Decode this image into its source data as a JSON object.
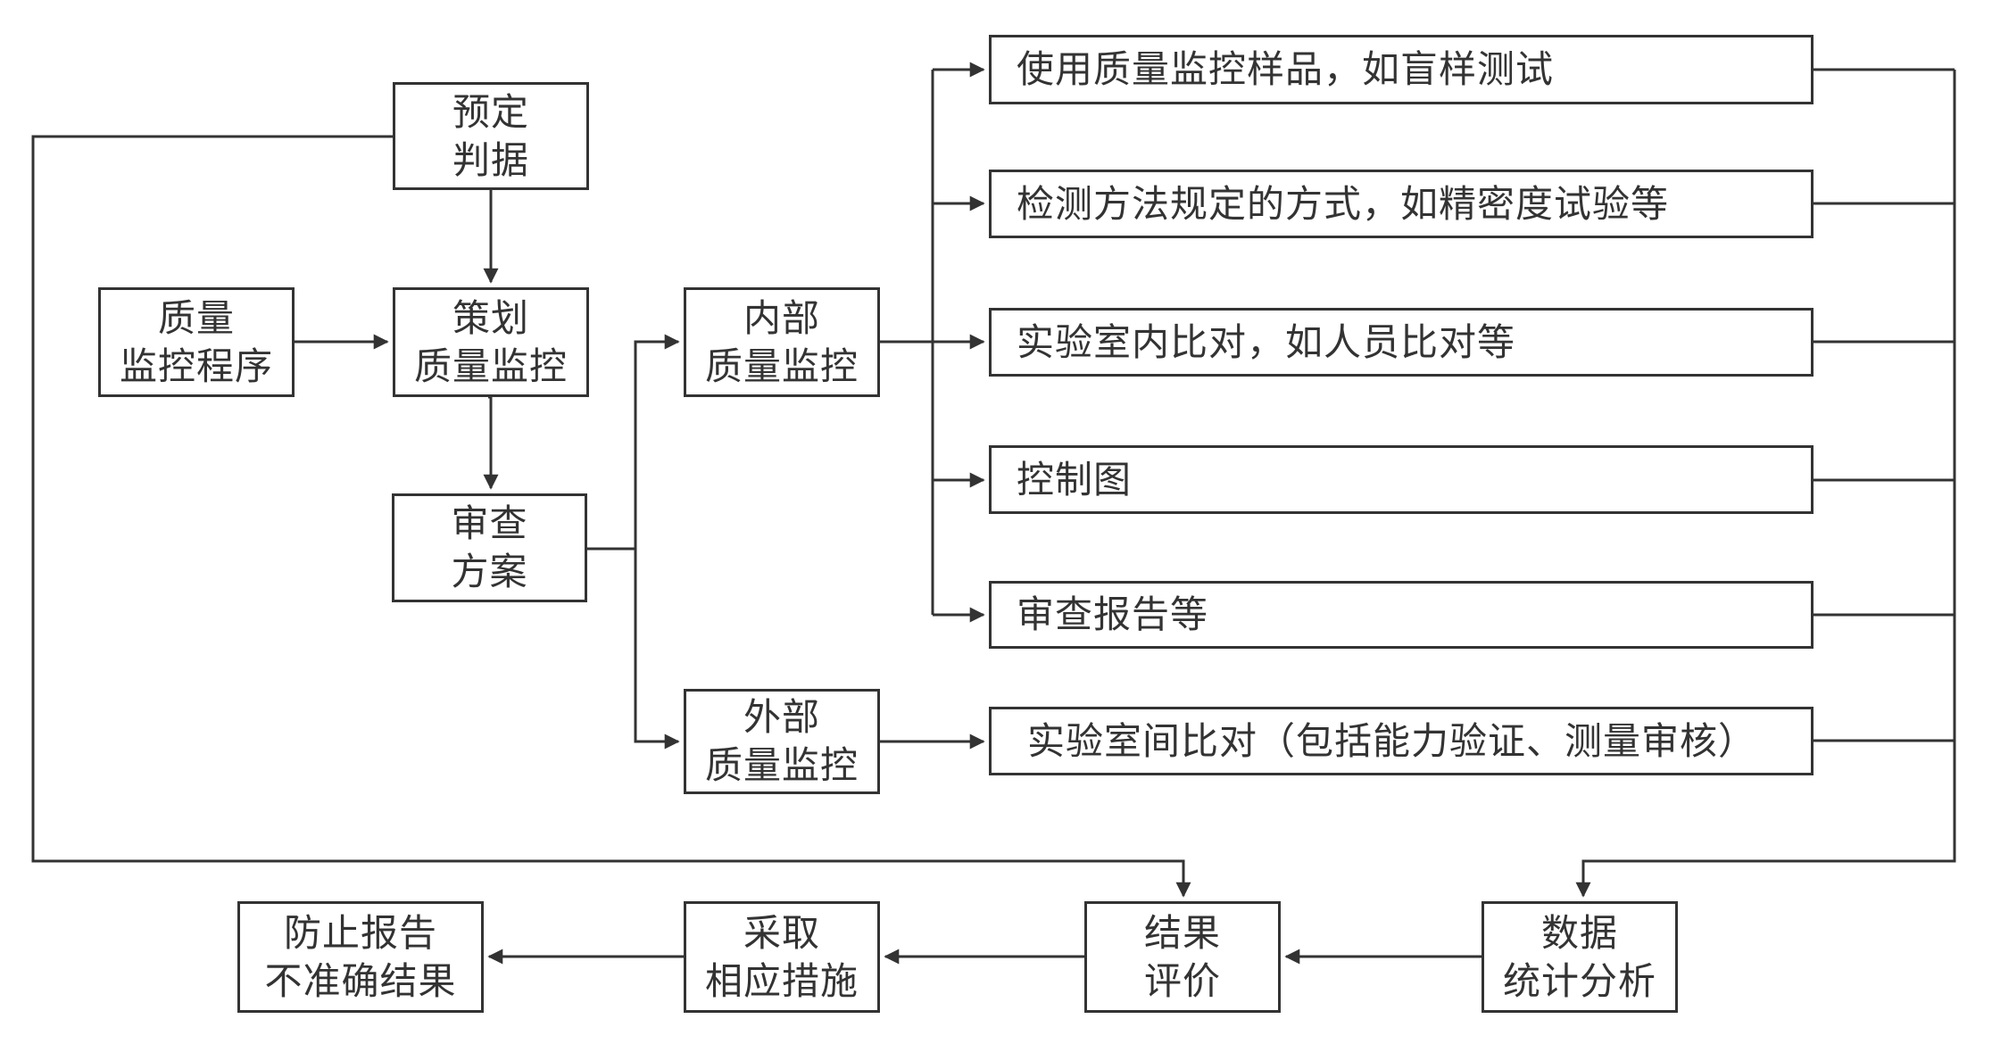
{
  "colors": {
    "line": "#333333",
    "text": "#333333",
    "background": "#ffffff"
  },
  "nodes": {
    "criteria": {
      "line1": "预定",
      "line2": "判据"
    },
    "program": {
      "line1": "质量",
      "line2": "监控程序"
    },
    "plan": {
      "line1": "策划",
      "line2": "质量监控"
    },
    "review_plan": {
      "line1": "审查",
      "line2": "方案"
    },
    "internal": {
      "line1": "内部",
      "line2": "质量监控"
    },
    "external": {
      "line1": "外部",
      "line2": "质量监控"
    },
    "method1": {
      "line1": "使用质量监控样品，如盲样测试"
    },
    "method2": {
      "line1": "检测方法规定的方式，如精密度试验等"
    },
    "method3": {
      "line1": "实验室内比对，如人员比对等"
    },
    "method4": {
      "line1": "控制图"
    },
    "method5": {
      "line1": "审查报告等"
    },
    "method6": {
      "line1": "实验室间比对（包括能力验证、测量审核）"
    },
    "stats": {
      "line1": "数据",
      "line2": "统计分析"
    },
    "evaluate": {
      "line1": "结果",
      "line2": "评价"
    },
    "measures": {
      "line1": "采取",
      "line2": "相应措施"
    },
    "prevent": {
      "line1": "防止报告",
      "line2": "不准确结果"
    }
  }
}
